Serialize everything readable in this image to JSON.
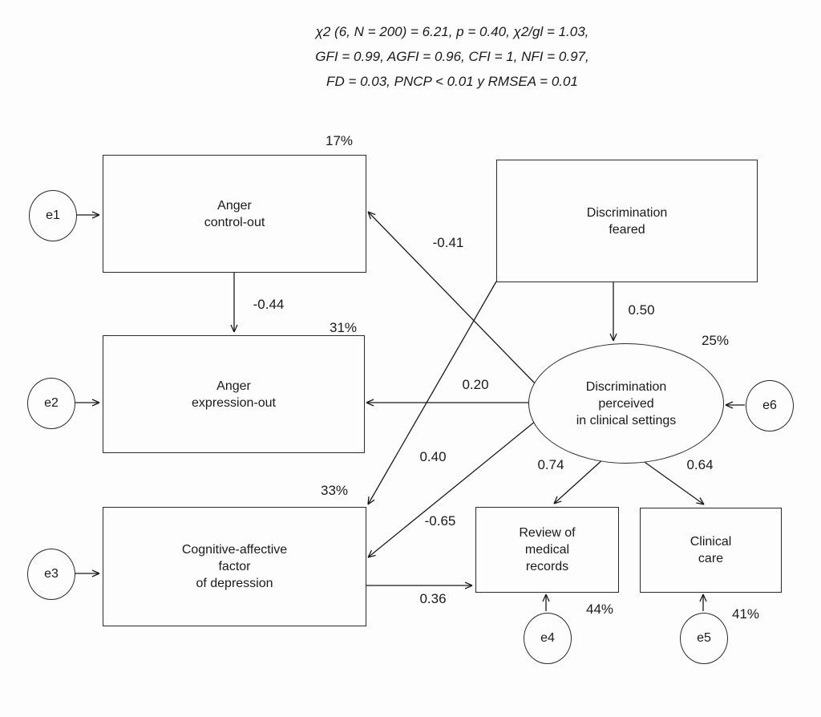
{
  "header": {
    "line1": "χ2 (6, N = 200) = 6.21, p = 0.40, χ2/gl = 1.03,",
    "line2": "GFI = 0.99, AGFI = 0.96, CFI = 1, NFI = 0.97,",
    "line3": "FD = 0.03, PNCP < 0.01 y RMSEA = 0.01"
  },
  "nodes": {
    "anger_control": {
      "label": "Anger\ncontrol-out",
      "variance": "17%"
    },
    "anger_expression": {
      "label": "Anger\nexpression-out",
      "variance": "31%"
    },
    "cognitive_affective": {
      "label": "Cognitive-affective\nfactor\nof depression",
      "variance": "33%"
    },
    "discrimination_feared": {
      "label": "Discrimination\nfeared"
    },
    "discrimination_perceived": {
      "label": "Discrimination\nperceived\nin clinical settings",
      "variance": "25%"
    },
    "review_records": {
      "label": "Review of\nmedical\nrecords",
      "variance": "44%"
    },
    "clinical_care": {
      "label": "Clinical\ncare",
      "variance": "41%"
    }
  },
  "errors": {
    "e1": "e1",
    "e2": "e2",
    "e3": "e3",
    "e4": "e4",
    "e5": "e5",
    "e6": "e6"
  },
  "coefficients": {
    "control_to_expression": "-0.44",
    "feared_to_perceived": "0.50",
    "perceived_to_control": "-0.41",
    "perceived_to_expression": "0.20",
    "feared_to_cognitive": "0.40",
    "perceived_to_cognitive": "-0.65",
    "perceived_to_review": "0.74",
    "perceived_to_clinical": "0.64",
    "cognitive_to_review": "0.36"
  },
  "colors": {
    "line": "#1a1a1a",
    "background": "#fdfdfd"
  }
}
